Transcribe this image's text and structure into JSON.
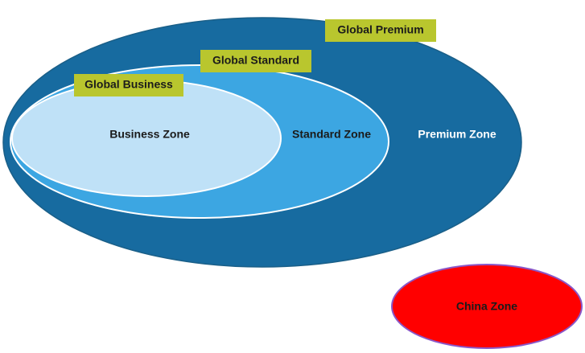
{
  "diagram": {
    "zones": {
      "premium": {
        "name": "Premium Zone",
        "tag": "Global Premium",
        "fill": "#176ba0",
        "text_color": "#ffffff",
        "tag_fill": "#b9c62e"
      },
      "standard": {
        "name": "Standard Zone",
        "tag": "Global Standard",
        "fill": "#3ca6e2",
        "text_color": "#1b1b1b",
        "tag_fill": "#b9c62e"
      },
      "business": {
        "name": "Business Zone",
        "tag": "Global Business",
        "fill": "#bfe1f7",
        "text_color": "#1b1b1b",
        "tag_fill": "#b9c62e"
      },
      "china": {
        "name": "China Zone",
        "fill": "#ff0000",
        "text_color": "#1b1b1b"
      }
    }
  }
}
